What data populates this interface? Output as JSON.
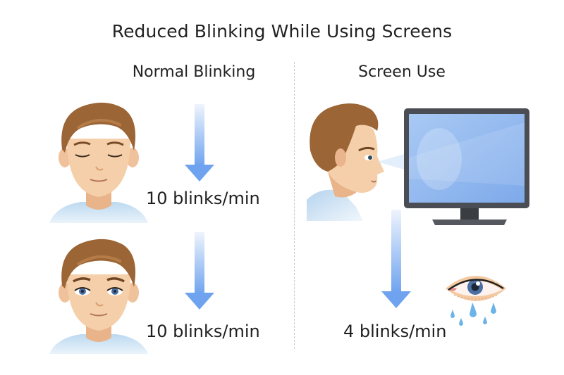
{
  "title": "Reduced Blinking While Using Screens",
  "columns": {
    "left": {
      "heading": "Normal Blinking",
      "rows": [
        {
          "state": "eyes-closed",
          "rate_label": "10 blinks/min",
          "rate": 10
        },
        {
          "state": "eyes-open",
          "rate_label": "10 blinks/min",
          "rate": 10
        }
      ]
    },
    "right": {
      "heading": "Screen Use",
      "rate_label": "4 blinks/min",
      "rate": 4,
      "icons": [
        "person-profile",
        "computer-monitor",
        "dry-irritated-eye-with-tears"
      ]
    }
  },
  "colors": {
    "arrow": "#6fa3ef",
    "arrow_light": "#e6effc",
    "skin": "#f3cba5",
    "hair": "#9b6536",
    "shirt": "#bcd9f0",
    "screen": "#8fb8ef",
    "monitor_frame": "#4a4d53",
    "tears": "#6cb4e8",
    "iris": "#4b6fa3",
    "divider": "#c8c8c8"
  }
}
